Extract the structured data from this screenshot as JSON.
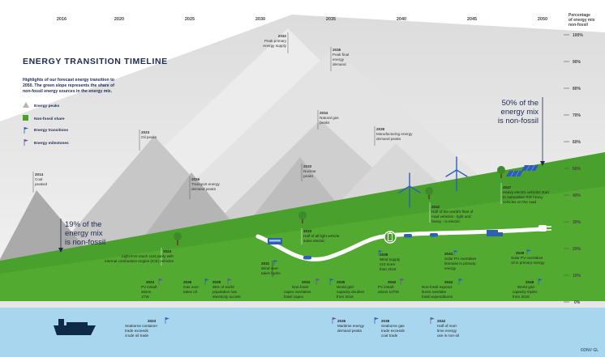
{
  "title": "ENERGY TRANSITION TIMELINE",
  "intro": [
    "Highlights of our forecast energy transition to",
    "2050. The green slope represents the share of",
    "non-fossil energy sources in the energy mix."
  ],
  "legend": [
    {
      "label": "Energy peaks",
      "icon": "triangle"
    },
    {
      "label": "Non-fossil share",
      "icon": "square"
    },
    {
      "label": "Energy transitions",
      "icon": "flag-blue"
    },
    {
      "label": "Energy milestones",
      "icon": "flag-purple"
    }
  ],
  "years": [
    "2016",
    "2020",
    "2025",
    "2030",
    "2035",
    "2040",
    "2045",
    "2050"
  ],
  "axis_title": [
    "Percentage",
    "of energy mix",
    "non-fossil"
  ],
  "pct_ticks": [
    "100%",
    "90%",
    "80%",
    "70%",
    "60%",
    "50%",
    "40%",
    "30%",
    "20%",
    "10%",
    "0%"
  ],
  "callout_start": [
    "19% of the",
    "energy mix",
    "is non-fossil"
  ],
  "callout_end": [
    "50% of the",
    "energy mix",
    "is non-fossil"
  ],
  "peaks": [
    {
      "year": "2014",
      "lines": [
        "Coal",
        "peaked"
      ]
    },
    {
      "year": "2023",
      "lines": [
        "Oil peaks"
      ]
    },
    {
      "year": "2026",
      "lines": [
        "Transport energy",
        "demand peaks"
      ]
    },
    {
      "year": "2032",
      "lines": [
        "Peak primary",
        "energy supply"
      ]
    },
    {
      "year": "2035",
      "lines": [
        "Peak final",
        "energy",
        "demand"
      ]
    },
    {
      "year": "2034",
      "lines": [
        "Natural gas",
        "peaks"
      ]
    },
    {
      "year": "2033",
      "lines": [
        "Nuclear",
        "peaks"
      ]
    },
    {
      "year": "2039",
      "lines": [
        "Manufacturing energy",
        "demand peaks"
      ]
    }
  ],
  "road_events": [
    {
      "year": "2024",
      "lines": [
        "Light EVs reach cost parity with",
        "internal combustion engine (ICE) vehicles"
      ]
    },
    {
      "year": "2033",
      "lines": [
        "Half of all light vehicle",
        "sales electric"
      ]
    },
    {
      "year": "2031",
      "lines": [
        "Wind over-",
        "takes hydro"
      ]
    },
    {
      "year": "2038",
      "lines": [
        "Wind supply",
        "x10 more",
        "than 2016"
      ]
    },
    {
      "year": "2042",
      "lines": [
        "Half of the world's fleet of",
        "road vehicles - light and",
        "heavy - is electric"
      ]
    },
    {
      "year": "2044",
      "lines": [
        "Solar PV overtakes",
        "biomass in primary",
        "energy"
      ]
    },
    {
      "year": "2049",
      "lines": [
        "Solar PV overtakes",
        "oil in primary energy"
      ]
    },
    {
      "year": "2047",
      "lines": [
        "Heavy electric vehicles start",
        "to outnumber ICE heavy",
        "vehicles on the road"
      ]
    }
  ],
  "bottom_events": [
    {
      "year": "2023",
      "lines": [
        "PV install-",
        "ations",
        "1TW"
      ]
    },
    {
      "year": "2026",
      "lines": [
        "Gas over-",
        "takes oil"
      ]
    },
    {
      "year": "2028",
      "lines": [
        "95% of world",
        "population has",
        "electricity access"
      ]
    },
    {
      "year": "2034",
      "lines": [
        "Non-fossil",
        "capex overtakes",
        "fossil capex"
      ]
    },
    {
      "year": "2035",
      "lines": [
        "World grid",
        "capacity doubles",
        "from 2016"
      ]
    },
    {
      "year": "2040",
      "lines": [
        "PV install-",
        "ations 10TW"
      ]
    },
    {
      "year": "2044",
      "lines": [
        "Non-fossil expend-",
        "itures overtake",
        "fossil expenditures"
      ]
    },
    {
      "year": "2048",
      "lines": [
        "World grid",
        "capacity triples",
        "from 2016"
      ]
    }
  ],
  "sea_events": [
    {
      "year": "2023",
      "lines": [
        "Seaborne container",
        "trade exceeds",
        "crude oil trade"
      ]
    },
    {
      "year": "2035",
      "lines": [
        "Maritime energy",
        "demand peaks"
      ]
    },
    {
      "year": "2038",
      "lines": [
        "Seaborne gas",
        "trade exceeds",
        "coal trade"
      ]
    },
    {
      "year": "2042",
      "lines": [
        "Half of mari-",
        "time energy",
        "use is non-oil"
      ]
    }
  ],
  "copyright": "©DNV GL",
  "colors": {
    "green": "#4aa02c",
    "navy": "#1d2b4f",
    "blue": "#2f5fb3",
    "purple": "#6b4fa0",
    "sea": "#a9d6ef",
    "ship": "#0e2a47"
  }
}
